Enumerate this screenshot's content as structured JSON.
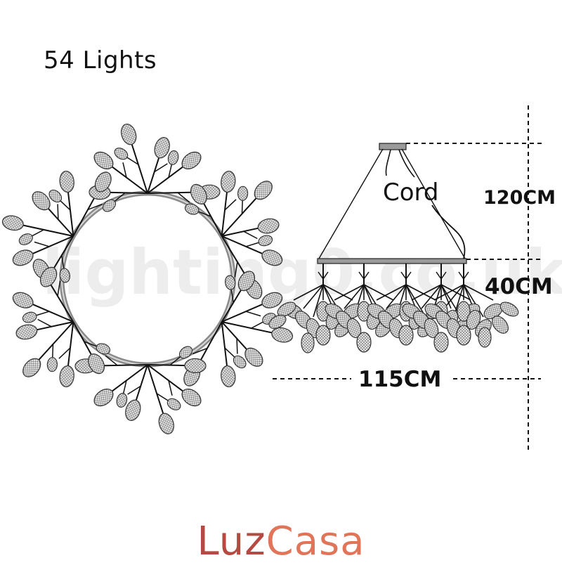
{
  "title": "54 Lights",
  "dimensions": {
    "cord_label": "Cord",
    "height_cord": "120CM",
    "height_body": "40CM",
    "width": "115CM"
  },
  "watermark": "lighting0.co.uk",
  "brand": {
    "part1": "Luz",
    "part2": "Casa",
    "color1": "#b54a43",
    "color2": "#e0755a"
  }
}
